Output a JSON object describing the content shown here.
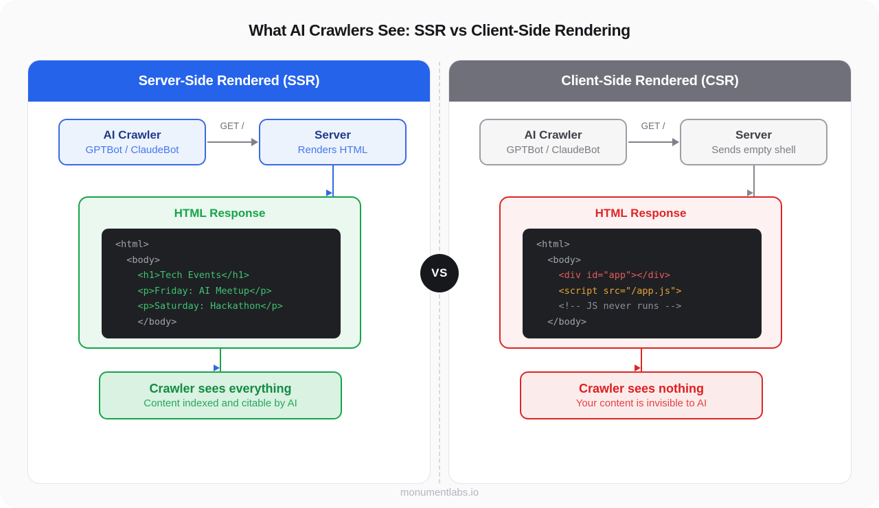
{
  "title": "What AI Crawlers See: SSR vs Client-Side Rendering",
  "vs_label": "VS",
  "footer": "monumentlabs.io",
  "colors": {
    "ssr_accent": "#2563eb",
    "csr_accent": "#70707a",
    "success_green": "#16a34a",
    "danger_red": "#dc2626",
    "code_background": "#1f2023",
    "code_green": "#3fc173",
    "code_red": "#e25c5c",
    "code_orange": "#e5a43b",
    "code_gray": "#a0a5ad"
  },
  "ssr": {
    "header": "Server-Side Rendered (SSR)",
    "crawler": {
      "title": "AI Crawler",
      "subtitle": "GPTBot / ClaudeBot"
    },
    "request_label": "GET /",
    "server": {
      "title": "Server",
      "subtitle": "Renders HTML"
    },
    "response": {
      "title": "HTML Response",
      "code": [
        {
          "text": "<html>",
          "color": "gray"
        },
        {
          "text": "  <body>",
          "color": "gray"
        },
        {
          "text": "    <h1>Tech Events</h1>",
          "color": "green"
        },
        {
          "text": "    <p>Friday: AI Meetup</p>",
          "color": "green"
        },
        {
          "text": "    <p>Saturday: Hackathon</p>",
          "color": "green"
        },
        {
          "text": "    </body>",
          "color": "gray"
        }
      ]
    },
    "outcome": {
      "title": "Crawler sees everything",
      "subtitle": "Content indexed and citable by AI"
    }
  },
  "csr": {
    "header": "Client-Side Rendered (CSR)",
    "crawler": {
      "title": "AI Crawler",
      "subtitle": "GPTBot / ClaudeBot"
    },
    "request_label": "GET /",
    "server": {
      "title": "Server",
      "subtitle": "Sends empty shell"
    },
    "response": {
      "title": "HTML Response",
      "code": [
        {
          "text": "<html>",
          "color": "gray"
        },
        {
          "text": "  <body>",
          "color": "gray"
        },
        {
          "text": "    <div id=\"app\"></div>",
          "color": "red"
        },
        {
          "text": "    <script src=\"/app.js\">",
          "color": "orange"
        },
        {
          "text": "    <!-- JS never runs -->",
          "color": "comment"
        },
        {
          "text": "  </body>",
          "color": "gray"
        }
      ]
    },
    "outcome": {
      "title": "Crawler sees nothing",
      "subtitle": "Your content is invisible to AI"
    }
  }
}
